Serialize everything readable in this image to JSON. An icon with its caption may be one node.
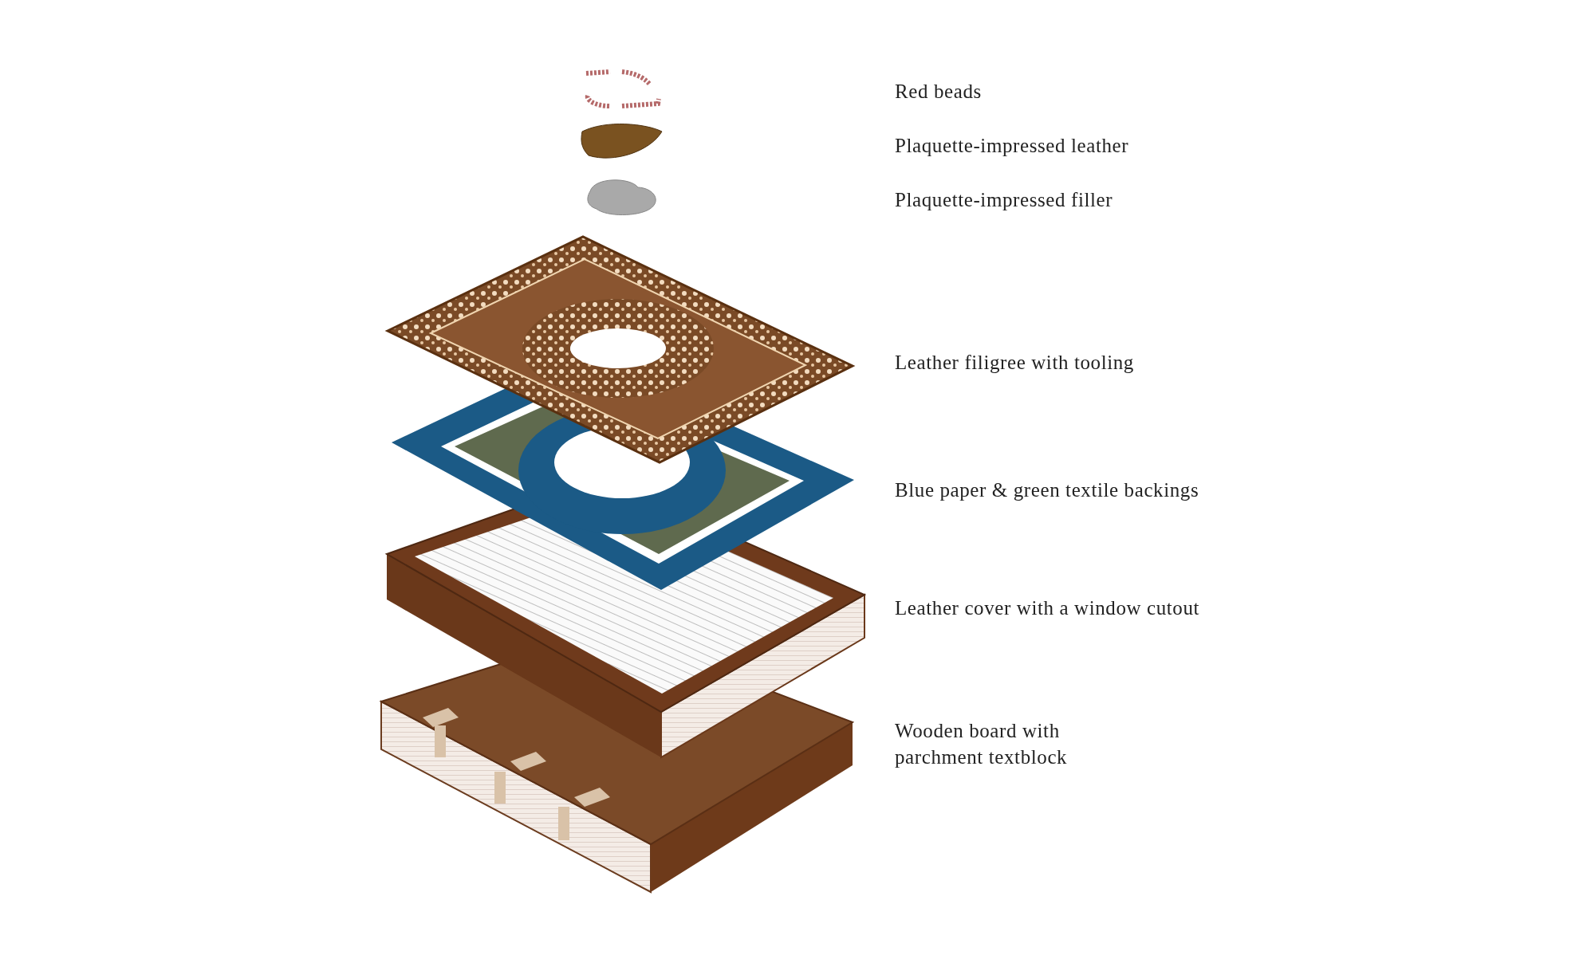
{
  "diagram": {
    "labels": [
      "Red beads",
      "Plaquette-impressed leather",
      "Plaquette-impressed filler",
      "Leather filigree with tooling",
      "Blue paper & green textile backings",
      "Leather cover with a window cutout",
      "Wooden board with parchment textblock"
    ]
  }
}
